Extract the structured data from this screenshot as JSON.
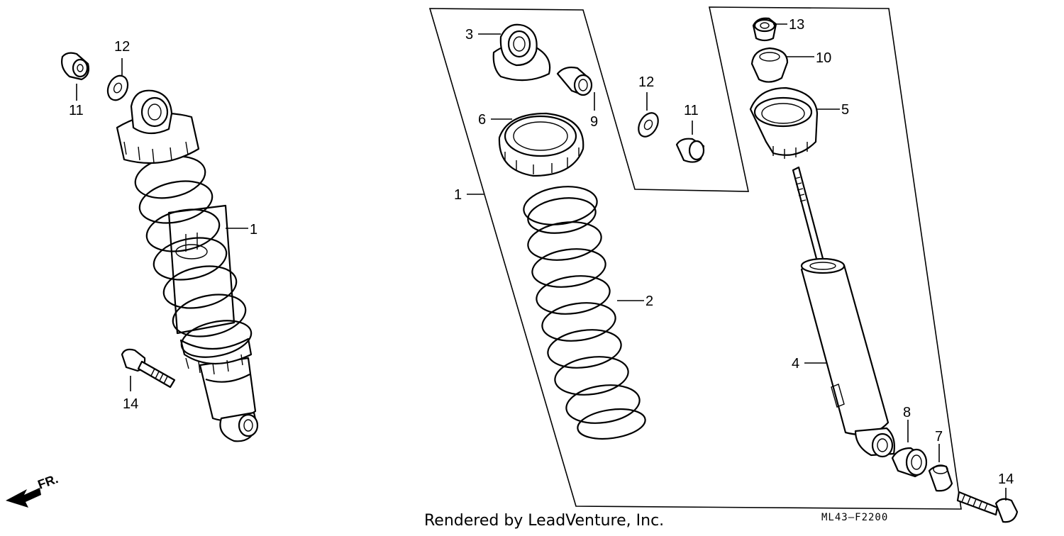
{
  "callouts": {
    "c1_left": "1",
    "c11_left": "11",
    "c12_left": "12",
    "c14_left": "14",
    "c3": "3",
    "c6": "6",
    "c9": "9",
    "c1_exploded": "1",
    "c2": "2",
    "c12_mid": "12",
    "c11_mid": "11",
    "c13": "13",
    "c10": "10",
    "c5": "5",
    "c4": "4",
    "c8": "8",
    "c7": "7",
    "c14_right": "14"
  },
  "direction_marker": "FR.",
  "credit": "Rendered by LeadVenture, Inc.",
  "diagram_code": "ML43—F2200"
}
